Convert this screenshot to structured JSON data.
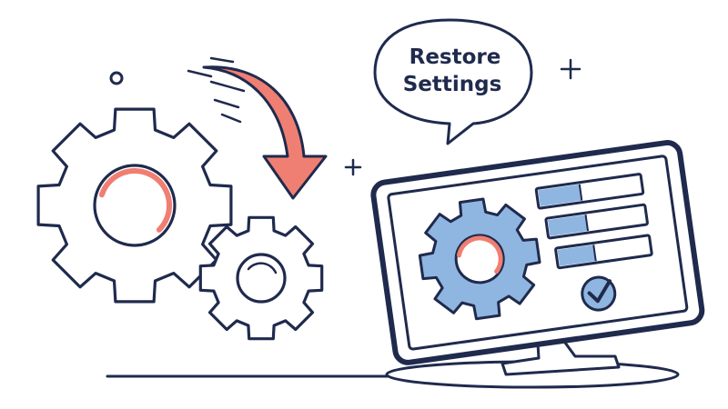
{
  "speech_bubble": {
    "line1": "Restore",
    "line2": "Settings"
  },
  "icons": {
    "large_gear": "gear-icon",
    "small_gear": "gear-icon",
    "restore_arrow": "curved-arrow-down-icon",
    "monitor": "monitor-icon",
    "screen_gear": "gear-icon",
    "checkmark": "check-circle-icon",
    "sparkles": [
      "sparkle-icon",
      "sparkle-icon",
      "dot-icon"
    ]
  },
  "colors": {
    "outline": "#1f2a4d",
    "accent_red": "#ef7f72",
    "accent_blue": "#8fb6e0",
    "background": "#ffffff"
  },
  "settings_panel": {
    "list_rows": 3,
    "confirmed": true
  }
}
